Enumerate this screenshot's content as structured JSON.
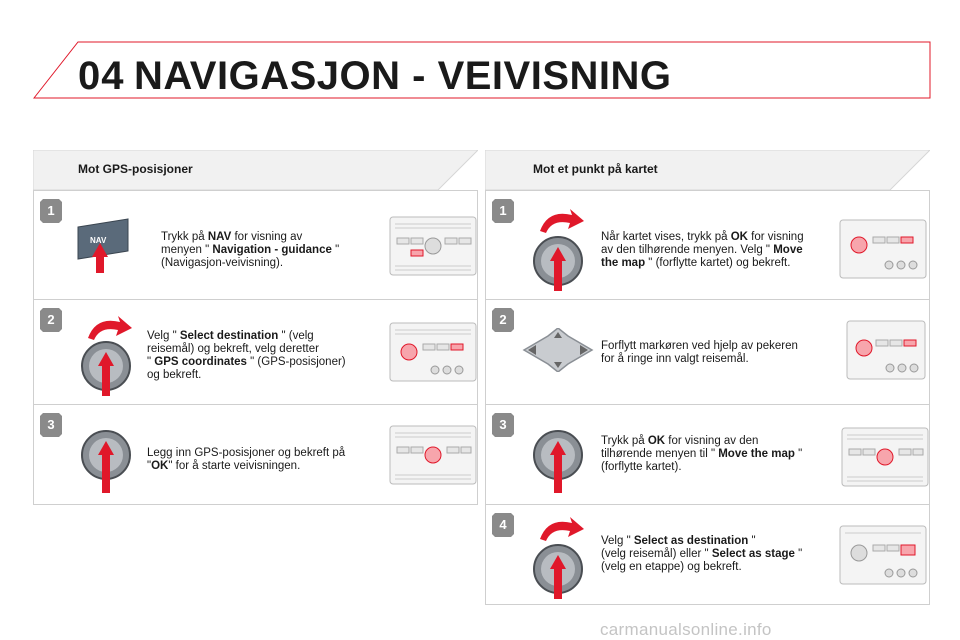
{
  "header": {
    "chapter_number": "04",
    "chapter_title": "NAVIGASJON - VEIVISNING"
  },
  "left": {
    "heading": "Mot GPS-posisjoner",
    "steps": [
      {
        "num": "1",
        "line1_pre": "Trykk på ",
        "line1_bold": "NAV",
        "line1_post": " for visning av",
        "line2_pre": "menyen \" ",
        "line2_bold": "Navigation - guidance",
        "line2_post": " \"",
        "line3": "(Navigasjon-veivisning)."
      },
      {
        "num": "2",
        "line1_pre": "Velg \" ",
        "line1_bold": "Select destination",
        "line1_post": " \" (velg",
        "line2": "reisemål) og bekreft, velg deretter",
        "line3_pre": "\" ",
        "line3_bold": "GPS coordinates",
        "line3_post": " \" (GPS-posisjoner)",
        "line4": "og bekreft."
      },
      {
        "num": "3",
        "line1": "Legg inn GPS-posisjoner og bekreft på",
        "line2_pre": "\"",
        "line2_bold": "OK",
        "line2_post": "\" for å starte veivisningen."
      }
    ]
  },
  "right": {
    "heading": "Mot et punkt på kartet",
    "steps": [
      {
        "num": "1",
        "line1_pre": "Når kartet vises, trykk på ",
        "line1_bold": "OK",
        "line1_post": " for visning",
        "line2_pre": "av den tilhørende menyen. Velg \" ",
        "line2_bold": "Move",
        "line3_bold": "the map",
        "line3_post": " \" (forflytte kartet) og bekreft."
      },
      {
        "num": "2",
        "line1": "Forflytt markøren ved hjelp av pekeren",
        "line2": "for å ringe inn valgt reisemål."
      },
      {
        "num": "3",
        "line1_pre": "Trykk på ",
        "line1_bold": "OK",
        "line1_post": " for visning av den",
        "line2_pre": "tilhørende menyen til \" ",
        "line2_bold": "Move the map",
        "line2_post": " \"",
        "line3": "(forflytte kartet)."
      },
      {
        "num": "4",
        "line1_pre": "Velg \" ",
        "line1_bold": "Select as destination",
        "line1_post": " \"",
        "line2_pre": "(velg reisemål) eller \" ",
        "line2_bold": "Select as stage",
        "line2_post": " \"",
        "line3": "(velg en etappe) og bekreft."
      }
    ]
  },
  "nav_button_label": "NAV",
  "watermark": "carmanualsonline.info",
  "colors": {
    "accent_red": "#e0182a",
    "badge_grey": "#8a8a8a",
    "border": "#cfcfcf"
  }
}
